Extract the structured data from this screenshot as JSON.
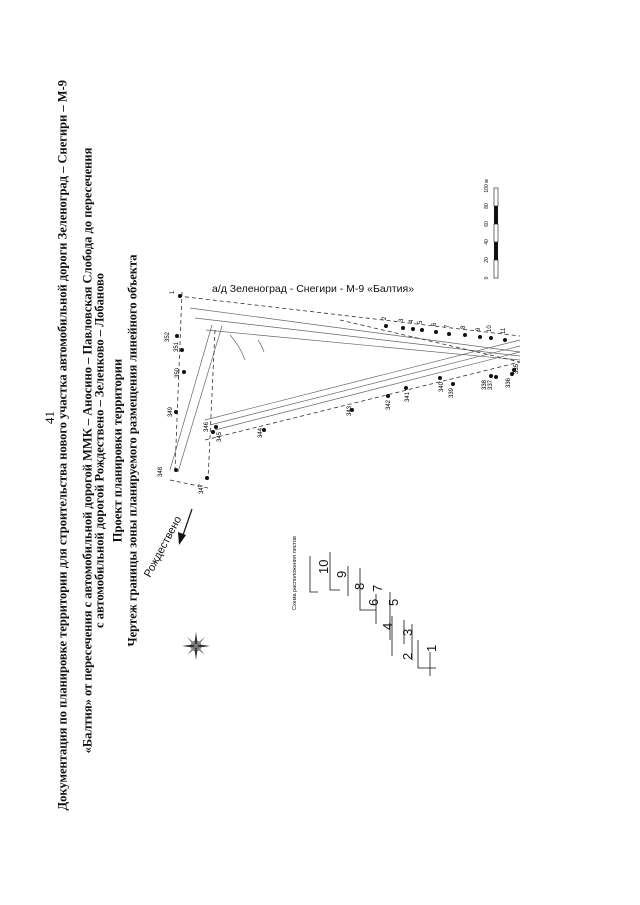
{
  "page_number": "41",
  "title_lines": [
    "Документация по планировке территории для строительства нового участка автомобильной дороги Зеленоград – Снегири – М-9",
    "«Балтия» от пересечения с автомобильной дорогой ММК – Аносино – Павловская Слобода до пересечения",
    "с автомобильной дорогой Рождествено – Зеленково – Лобаново",
    "Проект планировки территории",
    "Чертеж границы зоны планируемого размещения линейного объекта"
  ],
  "road_label": "а/д Зеленоград - Снегири - М-9 «Балтия»",
  "direction_label": "Рождествено",
  "scale": {
    "ticks": [
      "0",
      "20",
      "40",
      "60",
      "80",
      "100 м"
    ]
  },
  "layout_scheme": {
    "caption": "Схема расположения листов",
    "sheets": [
      "1",
      "2",
      "3",
      "4",
      "5",
      "6",
      "7",
      "8",
      "9",
      "10"
    ]
  },
  "point_labels": {
    "right": [
      "1",
      "2",
      "3",
      "4",
      "5",
      "6",
      "7",
      "8",
      "9",
      "10",
      "11"
    ],
    "left": [
      "352",
      "351",
      "350",
      "349",
      "348",
      "347",
      "346",
      "345",
      "344",
      "343",
      "342",
      "341",
      "340",
      "339",
      "338",
      "337",
      "336",
      "335"
    ]
  }
}
